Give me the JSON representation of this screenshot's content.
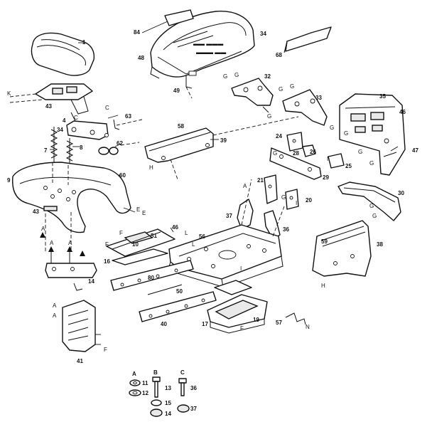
{
  "part_numbers": {
    "p1": "1",
    "p84": "84",
    "p34": "34",
    "p48": "48",
    "p49": "49",
    "p68": "68",
    "p43a": "43",
    "p4": "4",
    "p63": "63",
    "p34b": "34",
    "p7": "7",
    "p8": "8",
    "p62": "62",
    "p60": "60",
    "p9": "9",
    "p43b": "43",
    "p14": "14",
    "p41": "41",
    "p58": "58",
    "p39": "39",
    "p32": "32",
    "p33": "33",
    "p35": "35",
    "p46a": "46",
    "p47": "47",
    "p24": "24",
    "p28": "28",
    "p26": "26",
    "p25": "25",
    "p29": "29",
    "p21": "21",
    "p30": "30",
    "p20": "20",
    "p37a": "37",
    "p46b": "46",
    "p10": "10",
    "p51": "51",
    "p56": "56",
    "p16": "16",
    "p36a": "36",
    "p59": "59",
    "p38": "38",
    "p80": "80",
    "p50": "50",
    "p40": "40",
    "p17": "17",
    "p19": "19",
    "p57": "57",
    "p11": "11",
    "p12": "12",
    "p13": "13",
    "p15": "15",
    "p14b": "14",
    "p36b": "36",
    "p37b": "37"
  },
  "reference_letters": {
    "g1": "G",
    "g2": "G",
    "g3": "G",
    "g4": "G",
    "g5": "G",
    "g6": "G",
    "g7": "G",
    "g8": "G",
    "g9": "G",
    "g10": "G",
    "g11": "G",
    "g12": "G",
    "g13": "G",
    "c1": "C",
    "c2": "C",
    "e1": "E",
    "e2": "E",
    "h1": "H",
    "h2": "H",
    "a1": "A",
    "a2": "A",
    "a3": "A",
    "a4": "A",
    "a5": "A",
    "a6": "A",
    "k1": "K",
    "i1": "I",
    "i2": "I",
    "i3": "I",
    "l1": "L",
    "l2": "L",
    "f1": "F",
    "f2": "F",
    "f3": "F",
    "f4": "F",
    "n1": "N"
  },
  "hardware_legend": {
    "col_a": "A",
    "col_b": "B",
    "col_c": "C"
  },
  "hood_decal_text": {
    "line1": "▬▬ ▬▬▬",
    "line2": "▬▬▬ ▬▬"
  }
}
